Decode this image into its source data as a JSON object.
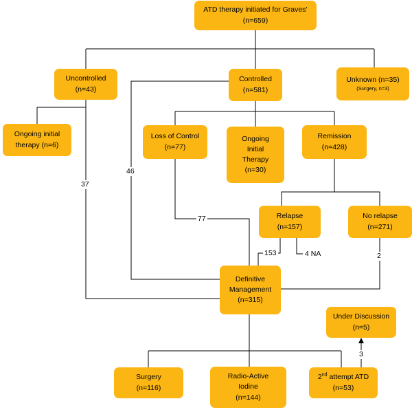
{
  "colors": {
    "box_fill": "#FBB614",
    "line": "#000000",
    "background": "#FFFFFF"
  },
  "nodes": {
    "root": {
      "title": "ATD therapy initiated for Graves’",
      "count": "(n=659)"
    },
    "uncontrolled": {
      "title": "Uncontrolled",
      "count": "(n=43)"
    },
    "controlled": {
      "title": "Controlled",
      "count": "(n=581)"
    },
    "unknown": {
      "title": "Unknown (n=35)",
      "note": "(Surgery, n=3)"
    },
    "ongoing_initial_therapy_uncontrolled": {
      "title": "Ongoing initial",
      "count": "therapy (n=6)"
    },
    "loss_of_control": {
      "title": "Loss of Control",
      "count": "(n=77)"
    },
    "ongoing_initial_therapy_controlled": {
      "line1": "Ongoing",
      "line2": "Initial",
      "line3": "Therapy",
      "count": "(n=30)"
    },
    "remission": {
      "title": "Remission",
      "count": "(n=428)"
    },
    "relapse": {
      "title": "Relapse",
      "count": "(n=157)"
    },
    "no_relapse": {
      "title": "No relapse",
      "count": "(n=271)"
    },
    "definitive_management": {
      "line1": "Definitive",
      "line2": "Management",
      "count": "(n=315)"
    },
    "under_discussion": {
      "title": "Under Discussion",
      "count": "(n=5)"
    },
    "surgery": {
      "title": "Surgery",
      "count": "(n=116)"
    },
    "radioactive_iodine": {
      "line1": "Radio-Active",
      "line2": "Iodine",
      "count": "(n=144)"
    },
    "second_attempt_atd": {
      "prefix": "2",
      "sup": "nd",
      "suffix": " attempt ATD",
      "count": "(n=53)"
    }
  },
  "edge_labels": {
    "controlled_to_definitive": "46",
    "uncontrolled_to_definitive": "37",
    "loss_of_control_to_definitive": "77",
    "relapse_to_definitive": "153",
    "relapse_not_available": "4 NA",
    "no_relapse_to_definitive": "2",
    "second_attempt_to_under_discussion": "3"
  }
}
